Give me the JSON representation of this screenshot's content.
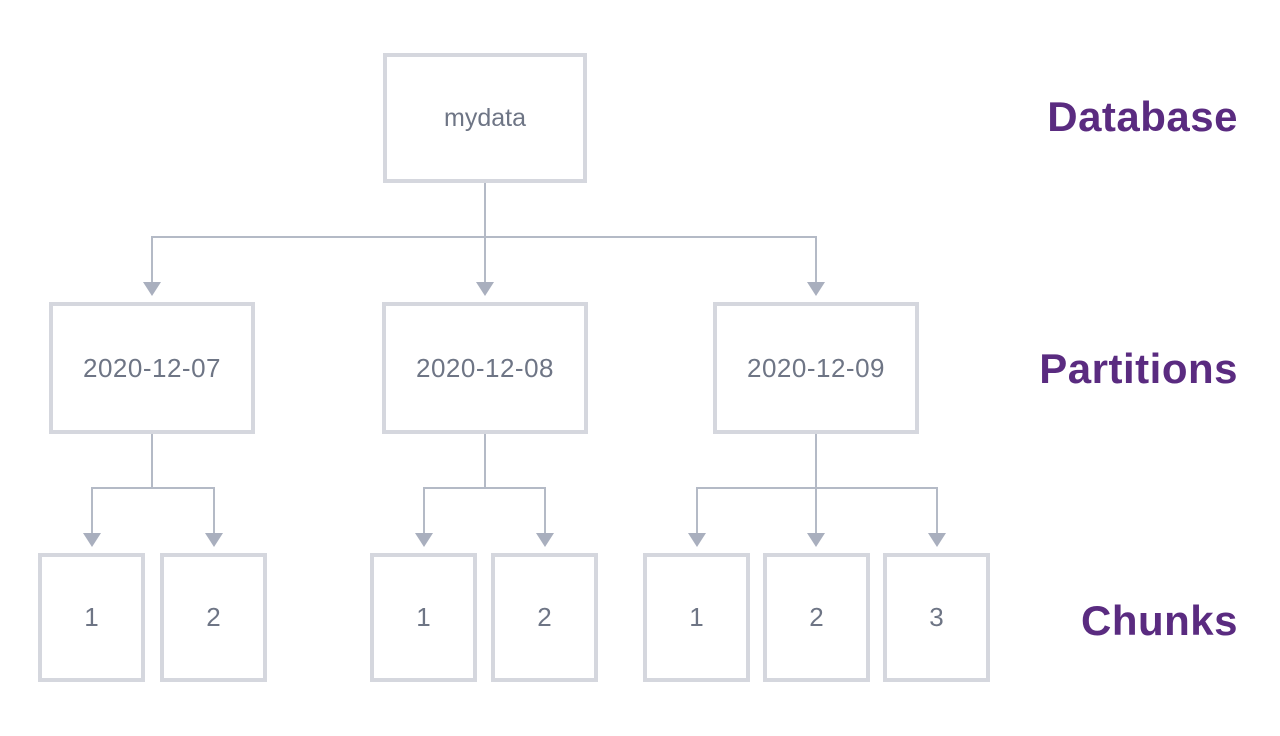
{
  "diagram": {
    "root": {
      "label": "mydata"
    },
    "row_labels": {
      "database": "Database",
      "partitions": "Partitions",
      "chunks": "Chunks"
    },
    "partitions": [
      {
        "label": "2020-12-07",
        "chunks": [
          "1",
          "2"
        ]
      },
      {
        "label": "2020-12-08",
        "chunks": [
          "1",
          "2"
        ]
      },
      {
        "label": "2020-12-09",
        "chunks": [
          "1",
          "2",
          "3"
        ]
      }
    ],
    "colors": {
      "background": "#ffffff",
      "box_border": "#d5d7de",
      "connector_line": "#b4bac6",
      "arrowhead": "#a9afbe",
      "node_text": "#6e7585",
      "row_label_purple": "#5a2b80"
    }
  }
}
